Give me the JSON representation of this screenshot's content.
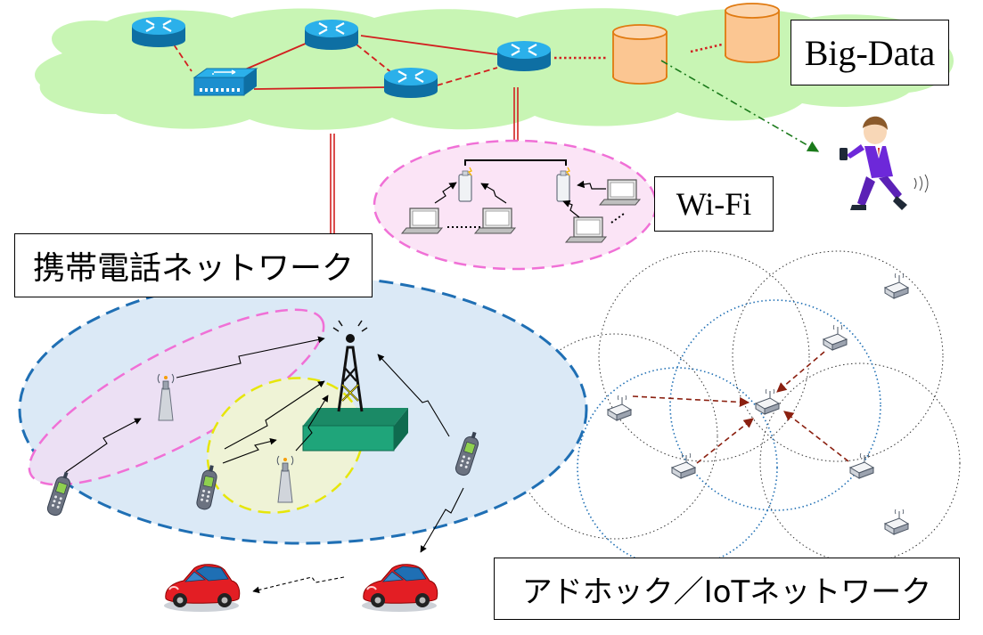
{
  "labels": {
    "bigdata": "Big-Data",
    "wifi": "Wi-Fi",
    "cellular": "携帯電話ネットワーク",
    "adhoc": "アドホック／IoTネットワーク"
  },
  "icons": {
    "router": "router-icon",
    "switch": "switch-icon",
    "database": "database-icon",
    "access_point": "wifi-access-point-icon",
    "laptop": "laptop-icon",
    "cell_tower": "cell-tower-icon",
    "base_station": "base-station-icon",
    "mobile_phone": "mobile-phone-icon",
    "sensor_node": "sensor-node-icon",
    "car": "car-icon",
    "person": "person-with-phone-icon"
  },
  "colors": {
    "backbone_cloud": "#c8f5b4",
    "wifi_area": "#fbe4f6",
    "cellular_area": "#dbe9f6",
    "macro_path": "#ece0f4",
    "micro_cell": "#eff3d6",
    "router": "#1fa3e0",
    "database": "#fbc692",
    "link_red": "#d22020",
    "data_flow": "#8b2010",
    "station_box": "#1fa57a",
    "car": "#e31e24"
  }
}
